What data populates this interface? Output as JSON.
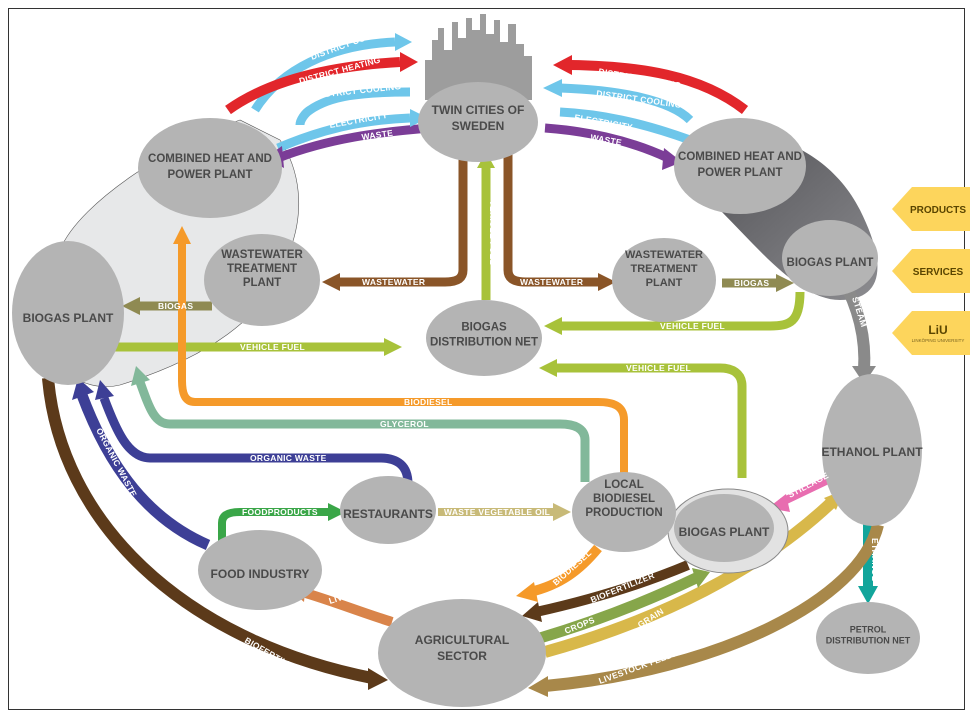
{
  "nodes": {
    "city": [
      "TWIN CITIES OF",
      "SWEDEN"
    ],
    "chp_left": [
      "COMBINED HEAT AND",
      "POWER PLANT"
    ],
    "chp_right": [
      "COMBINED HEAT AND",
      "POWER PLANT"
    ],
    "biogas_left": [
      "BIOGAS PLANT"
    ],
    "wwtp_left": [
      "WASTEWATER",
      "TREATMENT",
      "PLANT"
    ],
    "wwtp_right": [
      "WASTEWATER",
      "TREATMENT",
      "PLANT"
    ],
    "biogas_right": [
      "BIOGAS PLANT"
    ],
    "biogas_dist": [
      "BIOGAS",
      "DISTRIBUTION NET"
    ],
    "ethanol": [
      "ETHANOL PLANT"
    ],
    "biogas_lower": [
      "BIOGAS PLANT"
    ],
    "restaurants": [
      "RESTAURANTS"
    ],
    "biodiesel": [
      "LOCAL",
      "BIODIESEL",
      "PRODUCTION"
    ],
    "food": [
      "FOOD INDUSTRY"
    ],
    "agri": [
      "AGRICULTURAL",
      "SECTOR"
    ],
    "petrol": [
      "PETROL",
      "DISTRIBUTION NET"
    ]
  },
  "flows": {
    "district_cooling_l": "DISTRICT COOLING",
    "district_heating_l": "DISTRICT HEATING",
    "district_cooling_l2": "DISTRICT COOLING",
    "electricity_l": "ELECTRICITY",
    "waste_l": "WASTE",
    "district_heating_r": "DISTRICT HEATING",
    "district_cooling_r": "DISTRICT COOLING",
    "electricity_r": "ELECTRICITY",
    "waste_r": "WASTE",
    "vehicle_fuel_city": "VEHICLE FUEL",
    "wastewater_l": "WASTEWATER",
    "wastewater_r": "WASTEWATER",
    "biogas_l": "BIOGAS",
    "biogas_r": "BIOGAS",
    "vehicle_fuel_r": "VEHICLE FUEL",
    "vehicle_fuel_l": "VEHICLE FUEL",
    "steam": "STEAM",
    "vehicle_fuel_lower": "VEHICLE FUEL",
    "biodiesel_top": "BIODIESEL",
    "glycerol": "GLYCEROL",
    "organic_waste_h": "ORGANIC WASTE",
    "organic_waste_v": "ORGANIC WASTE",
    "foodproducts": "FOODPRODUCTS",
    "waste_veg_oil": "WASTE VEGETABLE OIL",
    "stillage": "STILLAGE",
    "ethanol_flow": "ETHANOL",
    "biodiesel_low": "BIODIESEL",
    "biofertilizer_r": "BIOFERTILIZER",
    "crops": "CROPS",
    "grain": "GRAIN",
    "livestock_feed": "LIVESTOCK FEEDPRODUCTION",
    "live_stock": "LIVE STOCK",
    "biofertilizer_l": "BIOFERTILIZER"
  },
  "side_panel": {
    "products": "PRODUCTS",
    "services": "SERVICES",
    "liu": "LiU",
    "liu_sub": "LINKÖPING UNIVERSITY"
  },
  "colors": {
    "node_fill": "#b4b4b4",
    "district_cooling": "#6ec6ea",
    "district_heating": "#e2262b",
    "waste": "#7b3d97",
    "wastewater": "#8a5528",
    "vehicle_fuel": "#a8c23a",
    "biogas": "#8f8a52",
    "biodiesel": "#f59a2a",
    "glycerol": "#82b89a",
    "organic_waste": "#3d3f96",
    "foodproducts": "#3aa648",
    "waste_veg_oil": "#c8ba78",
    "stillage": "#e86db0",
    "ethanol": "#12a59b",
    "biofertilizer": "#5c3a1a",
    "crops": "#86a64a",
    "grain": "#d8b84a",
    "livestock": "#a8884a",
    "live_stock": "#d9844a",
    "steam": "#8a8a8a",
    "side_panel": "#fdd55c"
  }
}
